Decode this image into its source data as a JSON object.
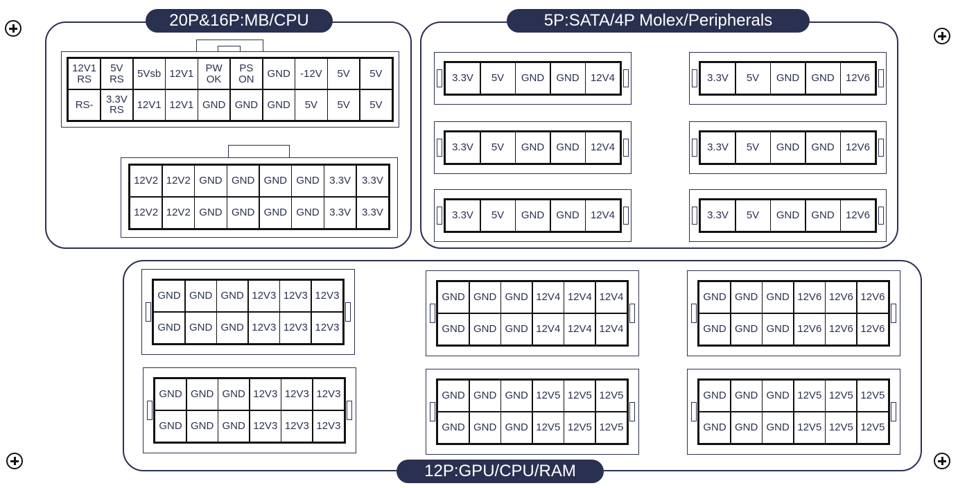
{
  "screw_icon": "plus-in-circle",
  "colors": {
    "frame": "#2a3050",
    "grid": "#111111",
    "background": "#ffffff"
  },
  "sections": [
    {
      "title": "20P&16P:MB/CPU"
    },
    {
      "title": "5P:SATA/4P Molex/Peripherals"
    },
    {
      "title": "12P:GPU/CPU/RAM"
    }
  ],
  "mb24_rows": [
    [
      "12V1\nRS",
      "5V\nRS",
      "5Vsb",
      "12V1",
      "PW\nOK",
      "PS\nON",
      "GND",
      "-12V",
      "5V",
      "5V"
    ],
    [
      "RS-",
      "3.3V\nRS",
      "12V1",
      "12V1",
      "GND",
      "GND",
      "GND",
      "5V",
      "5V",
      "5V"
    ]
  ],
  "cpu16_rows": [
    [
      "12V2",
      "12V2",
      "GND",
      "GND",
      "GND",
      "GND",
      "3.3V",
      "3.3V"
    ],
    [
      "12V2",
      "12V2",
      "GND",
      "GND",
      "GND",
      "GND",
      "3.3V",
      "3.3V"
    ]
  ],
  "sata_left": [
    [
      "3.3V",
      "5V",
      "GND",
      "GND",
      "12V4"
    ],
    [
      "3.3V",
      "5V",
      "GND",
      "GND",
      "12V4"
    ],
    [
      "3.3V",
      "5V",
      "GND",
      "GND",
      "12V4"
    ]
  ],
  "sata_right": [
    [
      "3.3V",
      "5V",
      "GND",
      "GND",
      "12V6"
    ],
    [
      "3.3V",
      "5V",
      "GND",
      "GND",
      "12V6"
    ],
    [
      "3.3V",
      "5V",
      "GND",
      "GND",
      "12V6"
    ]
  ],
  "gpu_connectors": [
    [
      [
        "GND",
        "GND",
        "GND",
        "12V3",
        "12V3",
        "12V3"
      ],
      [
        "GND",
        "GND",
        "GND",
        "12V3",
        "12V3",
        "12V3"
      ]
    ],
    [
      [
        "GND",
        "GND",
        "GND",
        "12V4",
        "12V4",
        "12V4"
      ],
      [
        "GND",
        "GND",
        "GND",
        "12V4",
        "12V4",
        "12V4"
      ]
    ],
    [
      [
        "GND",
        "GND",
        "GND",
        "12V6",
        "12V6",
        "12V6"
      ],
      [
        "GND",
        "GND",
        "GND",
        "12V6",
        "12V6",
        "12V6"
      ]
    ],
    [
      [
        "GND",
        "GND",
        "GND",
        "12V3",
        "12V3",
        "12V3"
      ],
      [
        "GND",
        "GND",
        "GND",
        "12V3",
        "12V3",
        "12V3"
      ]
    ],
    [
      [
        "GND",
        "GND",
        "GND",
        "12V5",
        "12V5",
        "12V5"
      ],
      [
        "GND",
        "GND",
        "GND",
        "12V5",
        "12V5",
        "12V5"
      ]
    ],
    [
      [
        "GND",
        "GND",
        "GND",
        "12V5",
        "12V5",
        "12V5"
      ],
      [
        "GND",
        "GND",
        "GND",
        "12V5",
        "12V5",
        "12V5"
      ]
    ]
  ]
}
